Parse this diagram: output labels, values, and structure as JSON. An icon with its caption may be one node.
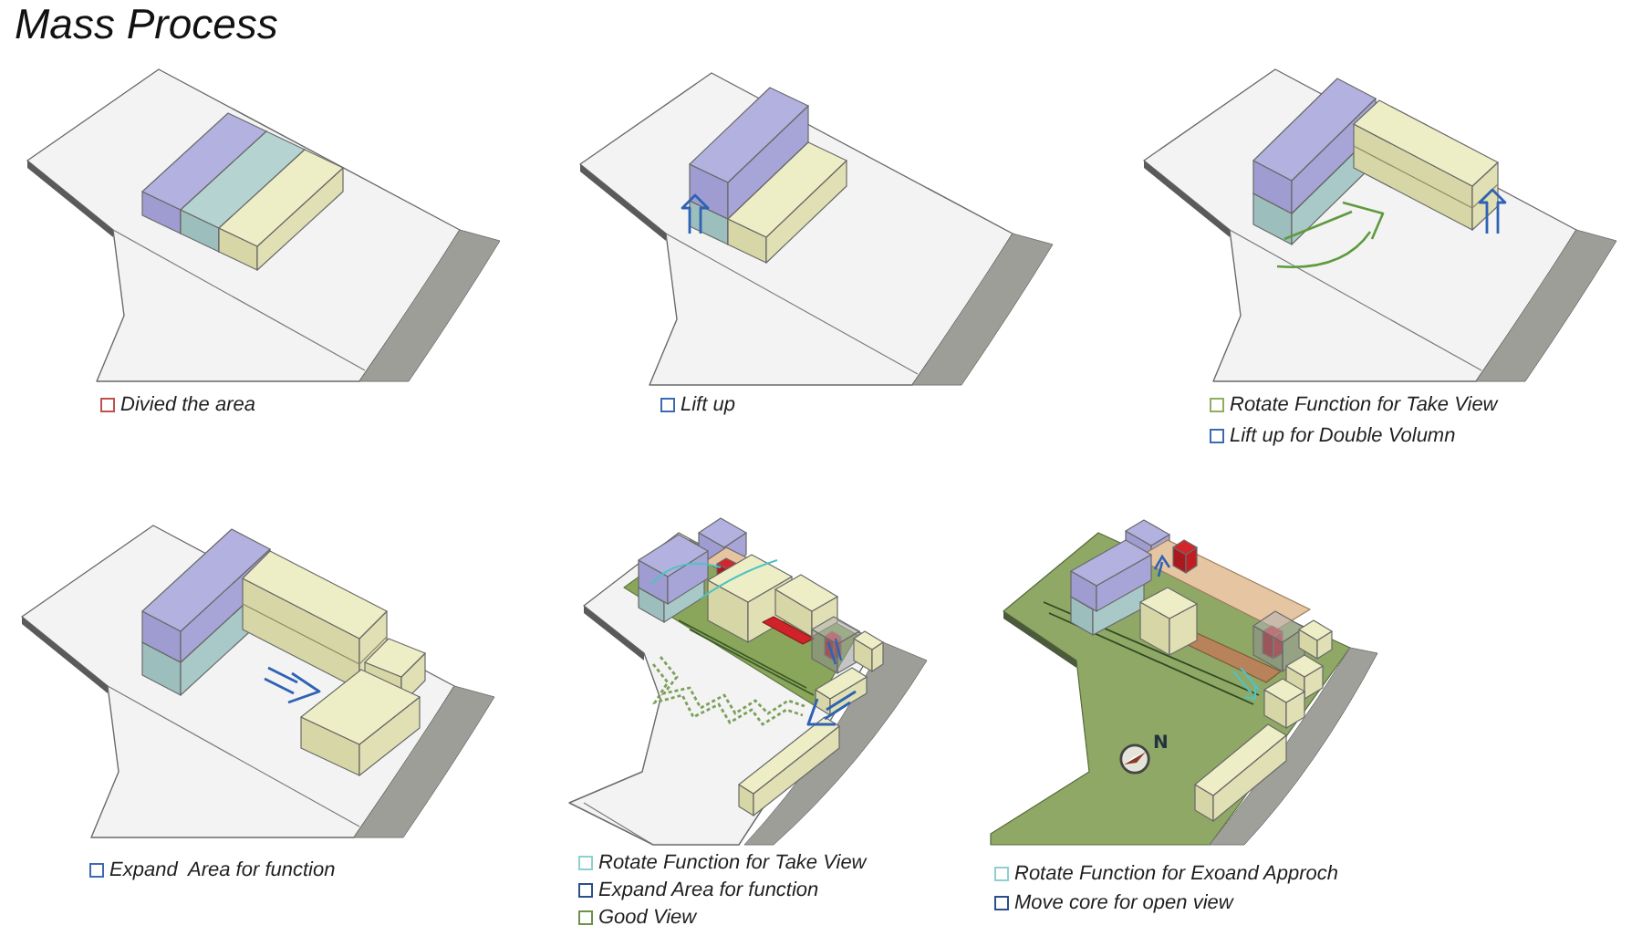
{
  "diagram": {
    "title": "Mass Process",
    "labels": [
      "N"
    ],
    "legend": [
      {
        "text": "Divied the area",
        "color": "#c0504d"
      },
      {
        "text": "Lift up",
        "color": "#3a6bb0"
      },
      {
        "text": "Rotate Function for Take View",
        "color": "#8fae62"
      },
      {
        "text": "Lift up for Double Volumn",
        "color": "#3a6bb0"
      },
      {
        "text": "Expand  Area for function",
        "color": "#3a6bb0"
      },
      {
        "text": "Rotate Function for Take View",
        "color": "#8ecfd2"
      },
      {
        "text": "Expand Area for function",
        "color": "#2a4f8f"
      },
      {
        "text": "Good View",
        "color": "#6f8f4a"
      },
      {
        "text": "Rotate Function for Exoand Approch",
        "color": "#8ecfd2"
      },
      {
        "text": "Move core for open view",
        "color": "#2a4f8f"
      }
    ]
  }
}
